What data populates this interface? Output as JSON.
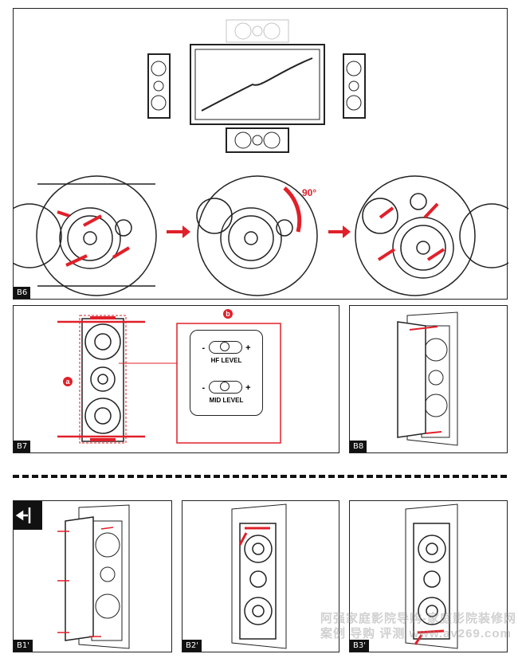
{
  "panels": {
    "b6": {
      "label": "B6",
      "rotation_label": "90°"
    },
    "b7": {
      "label": "B7",
      "callout_a": "a",
      "callout_b": "b",
      "switches": [
        {
          "name": "HF LEVEL",
          "minus": "-",
          "plus": "+"
        },
        {
          "name": "MID LEVEL",
          "minus": "-",
          "plus": "+"
        }
      ]
    },
    "b8": {
      "label": "B8"
    },
    "b1p": {
      "label": "B1'"
    },
    "b2p": {
      "label": "B2'"
    },
    "b3p": {
      "label": "B3'"
    }
  },
  "watermark": {
    "line1": "阿强家庭影院导购-家庭影院装修网",
    "line2": "案例 导购 评测 www.av269.com"
  },
  "colors": {
    "accent": "#e0202a",
    "line": "#222222"
  }
}
